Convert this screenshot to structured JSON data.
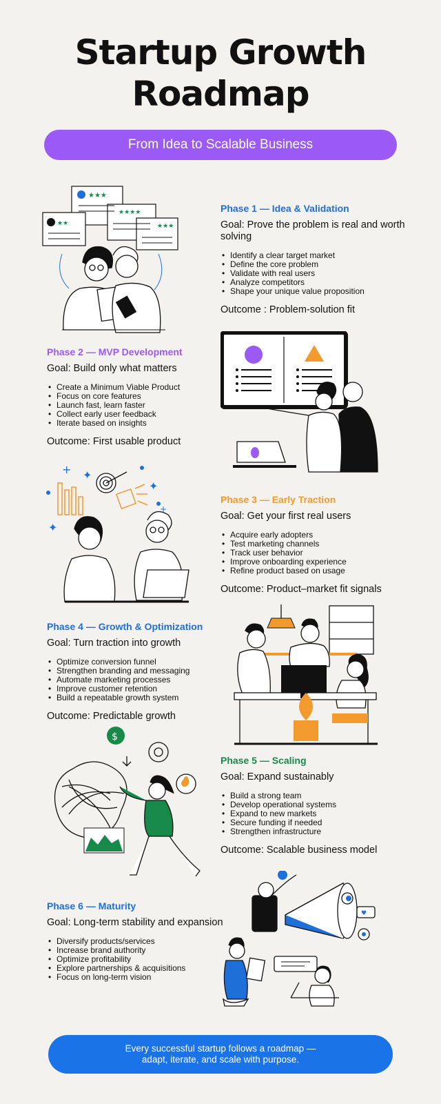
{
  "header": {
    "title_line1": "Startup Growth",
    "title_line2": "Roadmap",
    "subtitle": "From Idea to Scalable Business"
  },
  "colors": {
    "purple": "#9b59f5",
    "blue": "#1f6fd8",
    "orange": "#f29a2e",
    "green": "#178a4a",
    "footer_bg": "#1b73e8"
  },
  "phases": [
    {
      "title": "Phase 1 — Idea & Validation",
      "goal": "Goal: Prove the problem is real and worth solving",
      "items": [
        "Identify a clear target market",
        "Define the core problem",
        "Validate with real users",
        "Analyze competitors",
        "Shape your unique value proposition"
      ],
      "outcome": "Outcome : Problem-solution fit",
      "illustration": "two-people-reviewing-feedback-cards-icon"
    },
    {
      "title": "Phase 2 — MVP Development",
      "goal": "Goal: Build only what matters",
      "items": [
        "Create a Minimum Viable Product",
        "Focus on core features",
        "Launch fast, learn faster",
        "Collect early user feedback",
        "Iterate based on insights"
      ],
      "outcome": "Outcome: First usable product",
      "illustration": "team-presenting-at-screen-icon"
    },
    {
      "title": "Phase 3 — Early Traction",
      "goal": "Goal: Get your first real users",
      "items": [
        "Acquire early adopters",
        "Test marketing channels",
        "Track user behavior",
        "Improve onboarding experience",
        "Refine product based on usage"
      ],
      "outcome": "Outcome: Product–market fit signals",
      "illustration": "people-brainstorming-with-target-icon"
    },
    {
      "title": "Phase 4 — Growth & Optimization",
      "goal": "Goal: Turn traction into growth",
      "items": [
        "Optimize conversion funnel",
        "Strengthen branding and messaging",
        "Automate marketing processes",
        "Improve customer retention",
        "Build a repeatable growth system"
      ],
      "outcome": "Outcome: Predictable growth",
      "illustration": "team-working-at-office-desk-icon"
    },
    {
      "title": "Phase 5 — Scaling",
      "goal": "Goal: Expand sustainably",
      "items": [
        "Build a strong team",
        "Develop operational systems",
        "Expand to new markets",
        "Secure funding if needed",
        "Strengthen infrastructure"
      ],
      "outcome": "Outcome: Scalable business model",
      "illustration": "person-pushing-tangled-ball-icon"
    },
    {
      "title": "Phase 6 — Maturity",
      "goal": "Goal: Long-term stability and expansion",
      "items": [
        "Diversify products/services",
        "Increase brand authority",
        "Optimize profitability",
        "Explore partnerships & acquisitions",
        "Focus on long-term vision"
      ],
      "outcome": "",
      "illustration": "megaphone-with-people-icon"
    }
  ],
  "footer": {
    "line1": "Every successful startup follows a roadmap —",
    "line2": "adapt, iterate, and scale with purpose."
  }
}
